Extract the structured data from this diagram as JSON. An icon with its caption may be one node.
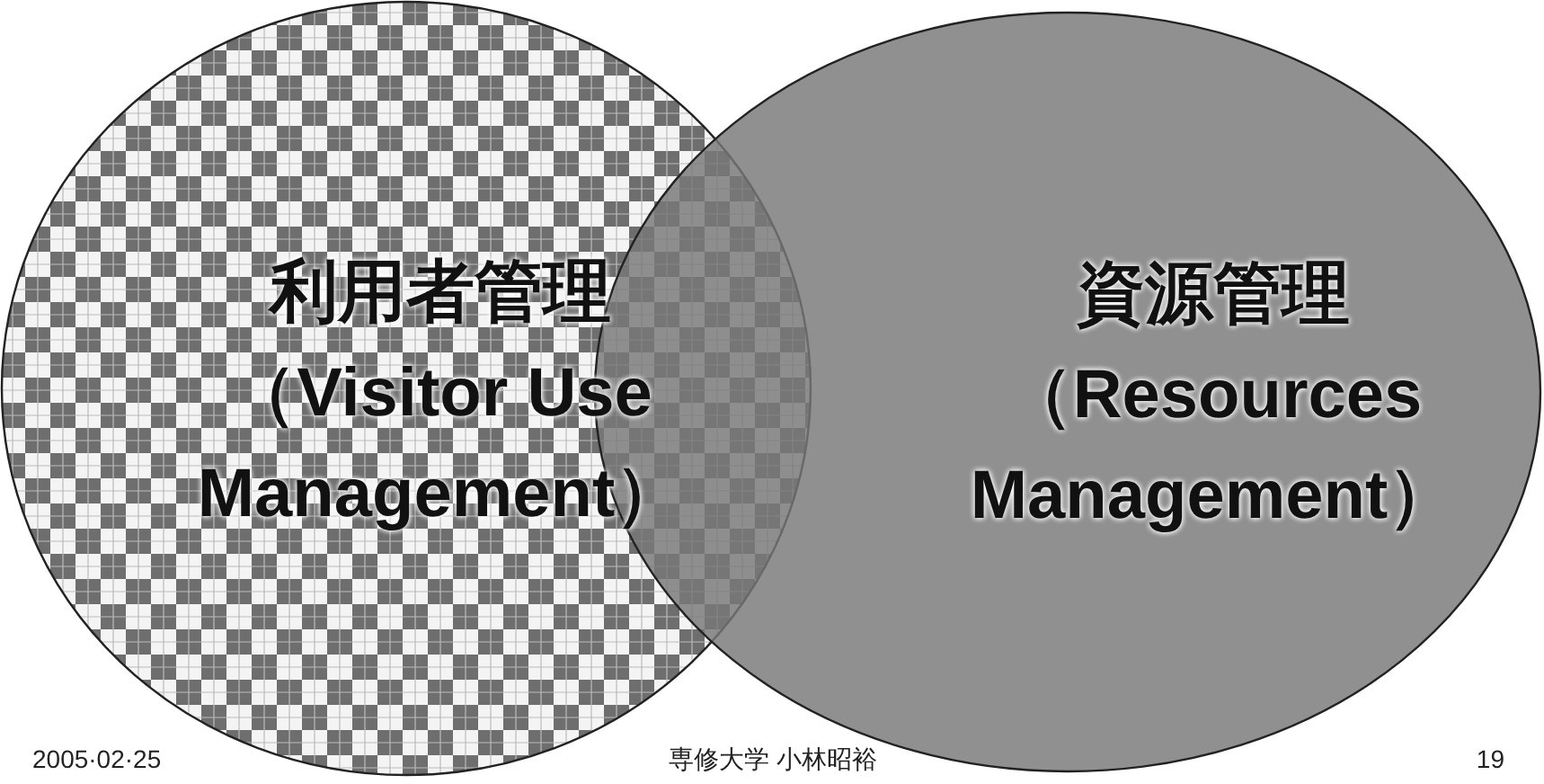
{
  "diagram": {
    "nodes": [
      {
        "text": [
          "利用者管理（Visitor Use Management）"
        ]
      },
      {
        "text": [
          "資源管理（Resources Management）"
        ]
      }
    ],
    "labels": [
      "2005·02·25",
      "専修大学 小林昭裕",
      "19"
    ]
  }
}
